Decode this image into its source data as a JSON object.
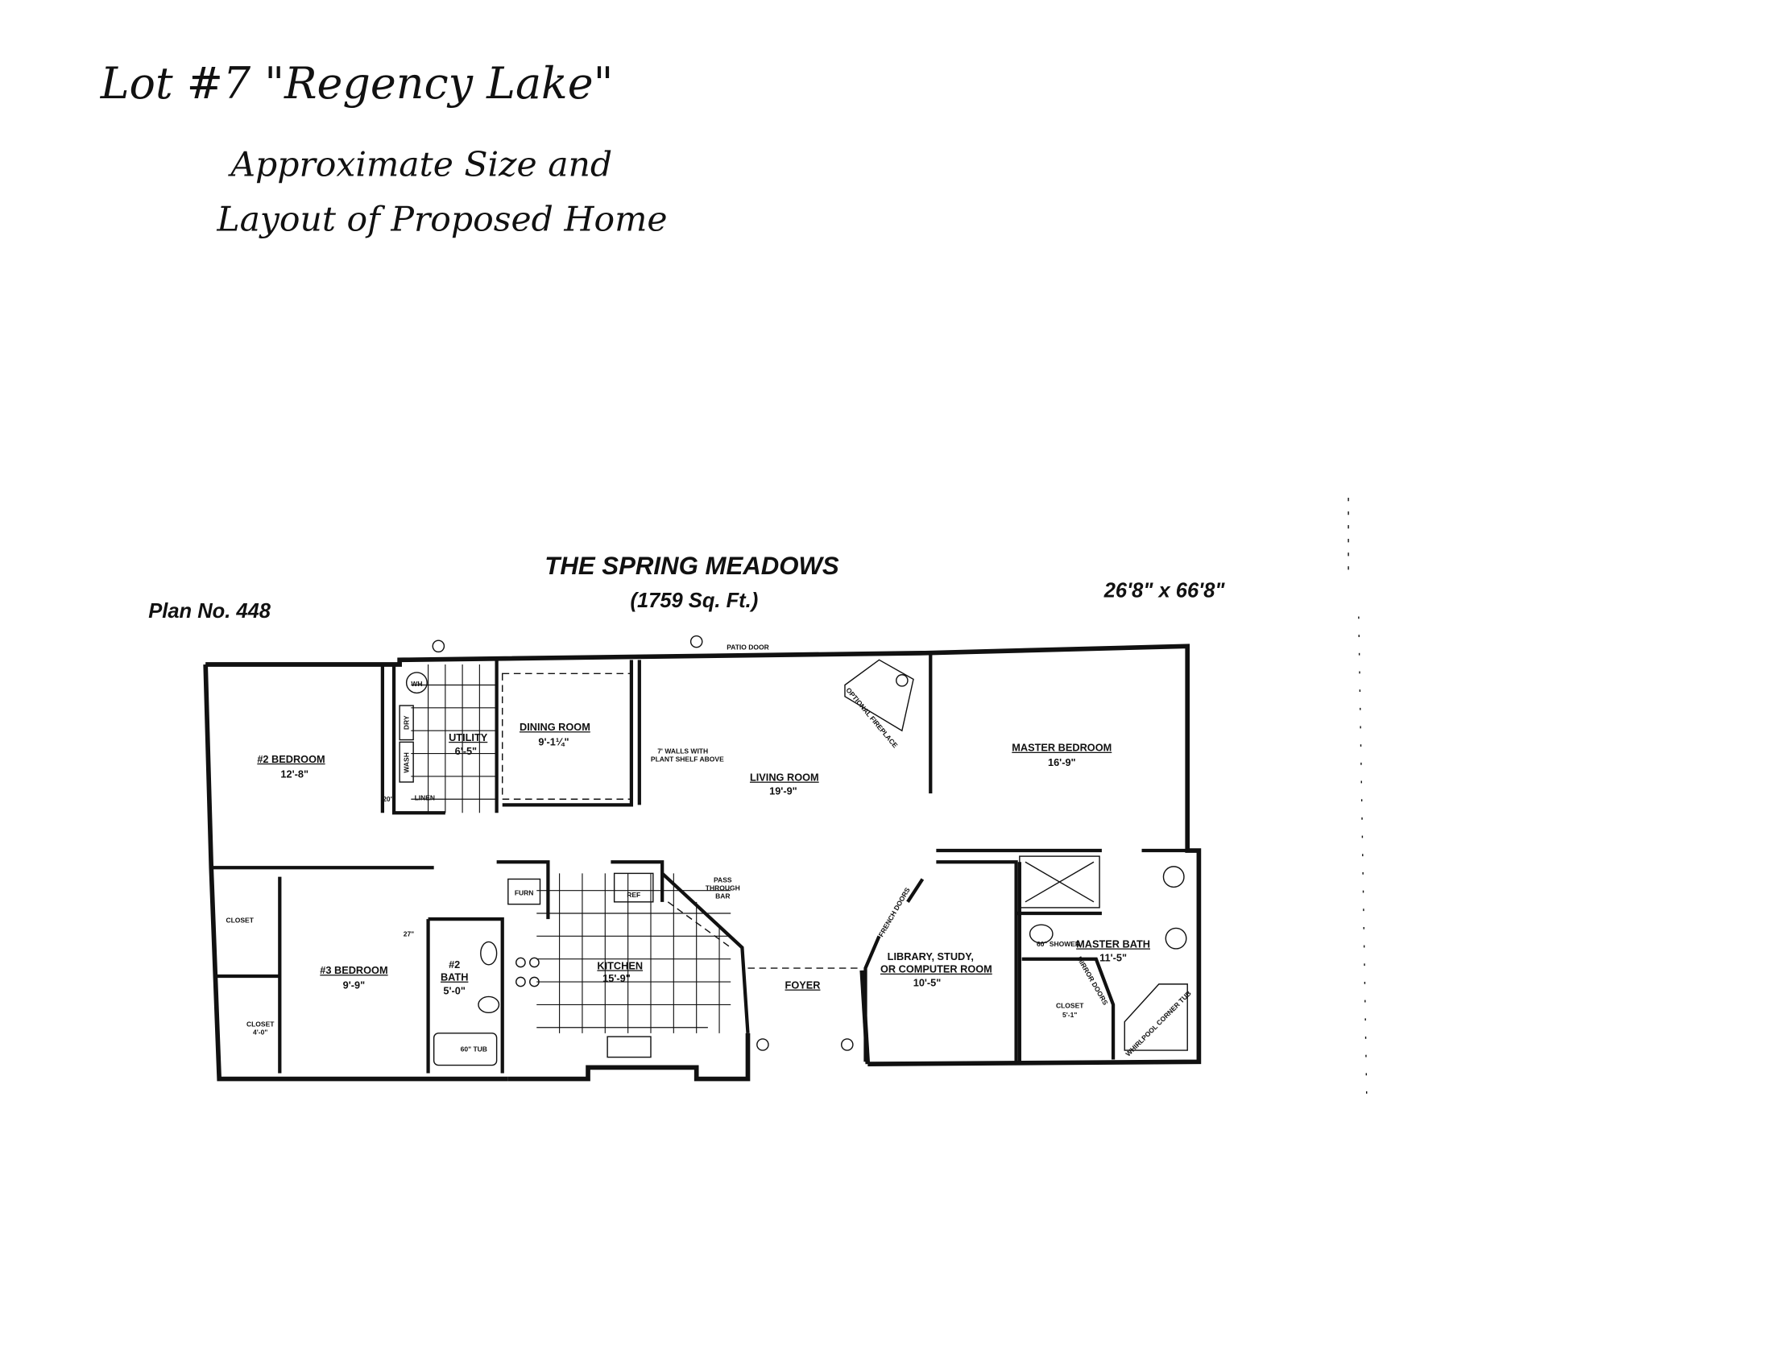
{
  "handwritten_notes": {
    "line1": "Lot #7 \"Regency Lake\"",
    "line2": "Approximate Size and",
    "line3": "Layout of Proposed Home"
  },
  "header": {
    "title": "THE SPRING MEADOWS",
    "square_feet": "(1759 Sq. Ft.)",
    "plan_number": "Plan No. 448",
    "dimensions": "26'8\" x 66'8\""
  },
  "rooms": {
    "bedroom2": {
      "name": "#2 BEDROOM",
      "size": "12'-8\""
    },
    "utility": {
      "name": "UTILITY",
      "size": "6'-5\""
    },
    "dining": {
      "name": "DINING ROOM",
      "size": "9'-1¼\""
    },
    "living": {
      "name": "LIVING ROOM",
      "size": "19'-9\""
    },
    "master_bedroom": {
      "name": "MASTER BEDROOM",
      "size": "16'-9\""
    },
    "closet_a": {
      "name": "CLOSET"
    },
    "closet_b": {
      "name": "CLOSET",
      "size": "4'-0\""
    },
    "bedroom3": {
      "name": "#3 BEDROOM",
      "size": "9'-9\""
    },
    "bath2": {
      "name_line1": "#2",
      "name_line2": "BATH",
      "size": "5'-0\""
    },
    "kitchen": {
      "name": "KITCHEN",
      "size": "15'-9\""
    },
    "foyer": {
      "name": "FOYER"
    },
    "library": {
      "name_line1": "LIBRARY, STUDY,",
      "name_line2": "OR COMPUTER ROOM",
      "size": "10'-5\""
    },
    "master_bath": {
      "name": "MASTER BATH",
      "size": "11'-5\""
    },
    "master_closet": {
      "name": "CLOSET",
      "size": "5'-1\""
    }
  },
  "fixtures": {
    "water_heater": "WH",
    "dryer": "DRY",
    "washer": "WASH",
    "linen": "LINEN",
    "furnace": "FURN",
    "refrigerator": "REF",
    "tub": "60\" TUB",
    "shower": "60\" SHOWER",
    "corner_tub": "WHIRLPOOL CORNER TUB",
    "fireplace": "OPTIONAL FIREPLACE"
  },
  "annotations": {
    "patio_door": "PATIO DOOR",
    "plant_shelf_1": "7' WALLS WITH",
    "plant_shelf_2": "PLANT SHELF ABOVE",
    "pass_through_1": "PASS",
    "pass_through_2": "THROUGH",
    "pass_through_3": "BAR",
    "french_doors": "FRENCH DOORS",
    "mirror_doors": "MIRROR DOORS",
    "dim_20": "20\"",
    "dim_27": "27\""
  }
}
